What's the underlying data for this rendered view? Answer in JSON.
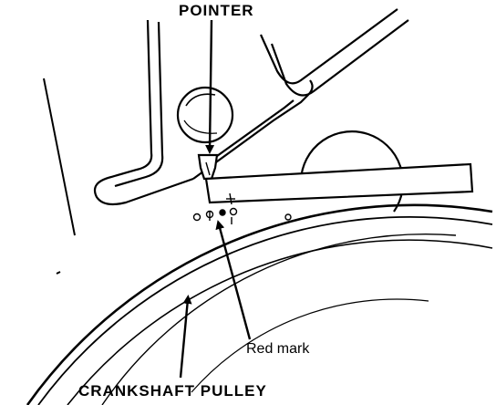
{
  "labels": {
    "pointer": "POINTER",
    "red_mark": "Red mark",
    "crankshaft_pulley": "CRANKSHAFT PULLEY"
  },
  "colors": {
    "ink": "#000000",
    "paper": "#ffffff"
  }
}
